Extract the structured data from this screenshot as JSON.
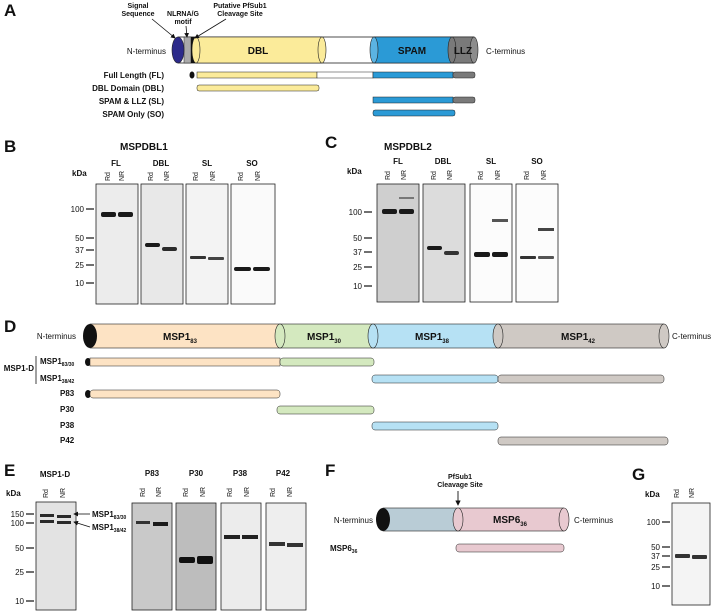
{
  "panels": {
    "a": {
      "letter": "A",
      "n_terminus": "N-terminus",
      "c_terminus": "C-terminus",
      "domains": [
        "DBL",
        "SPAM",
        "LLZ"
      ],
      "annotations": [
        [
          "Signal",
          "Sequence"
        ],
        [
          "NLRNA/G",
          "motif"
        ],
        [
          "Putative PfSub1",
          "Cleavage Site"
        ]
      ],
      "constructs": [
        "Full Length (FL)",
        "DBL Domain (DBL)",
        "SPAM & LLZ (SL)",
        "SPAM Only (SO)"
      ]
    },
    "b": {
      "letter": "B",
      "title": "MSPDBL1",
      "kda": "kDa",
      "lanes": [
        "FL",
        "DBL",
        "SL",
        "SO"
      ],
      "rd": "Rd",
      "nr": "NR",
      "ladder": [
        "100",
        "50",
        "37",
        "25",
        "10"
      ]
    },
    "c": {
      "letter": "C",
      "title": "MSPDBL2",
      "kda": "kDa",
      "lanes": [
        "FL",
        "DBL",
        "SL",
        "SO"
      ],
      "rd": "Rd",
      "nr": "NR",
      "ladder": [
        "100",
        "50",
        "37",
        "25",
        "10"
      ]
    },
    "d": {
      "letter": "D",
      "n_terminus": "N-terminus",
      "c_terminus": "C-terminus",
      "segments": [
        {
          "main": "MSP1",
          "sub": "83"
        },
        {
          "main": "MSP1",
          "sub": "30"
        },
        {
          "main": "MSP1",
          "sub": "38"
        },
        {
          "main": "MSP1",
          "sub": "42"
        }
      ],
      "msp1d": "MSP1-D",
      "msp1d_rows": [
        {
          "main": "MSP1",
          "sub": "83/30"
        },
        {
          "main": "MSP1",
          "sub": "38/42"
        }
      ],
      "fragments": [
        "P83",
        "P30",
        "P38",
        "P42"
      ]
    },
    "e": {
      "letter": "E",
      "kda": "kDa",
      "lanes": [
        "MSP1-D",
        "P83",
        "P30",
        "P38",
        "P42"
      ],
      "rd": "Rd",
      "nr": "NR",
      "ladder": [
        "150",
        "100",
        "50",
        "25",
        "10"
      ],
      "arrows": [
        {
          "main": "MSP1",
          "sub": "83/30"
        },
        {
          "main": "MSP1",
          "sub": "38/42"
        }
      ]
    },
    "f": {
      "letter": "F",
      "annotation": [
        "PfSub1",
        "Cleavage Site"
      ],
      "n_terminus": "N-terminus",
      "c_terminus": "C-terminus",
      "domain": {
        "main": "MSP6",
        "sub": "36"
      },
      "construct": {
        "main": "MSP6",
        "sub": "36"
      }
    },
    "g": {
      "letter": "G",
      "kda": "kDa",
      "rd": "Rd",
      "nr": "NR",
      "ladder": [
        "100",
        "50",
        "37",
        "25",
        "10"
      ]
    }
  }
}
